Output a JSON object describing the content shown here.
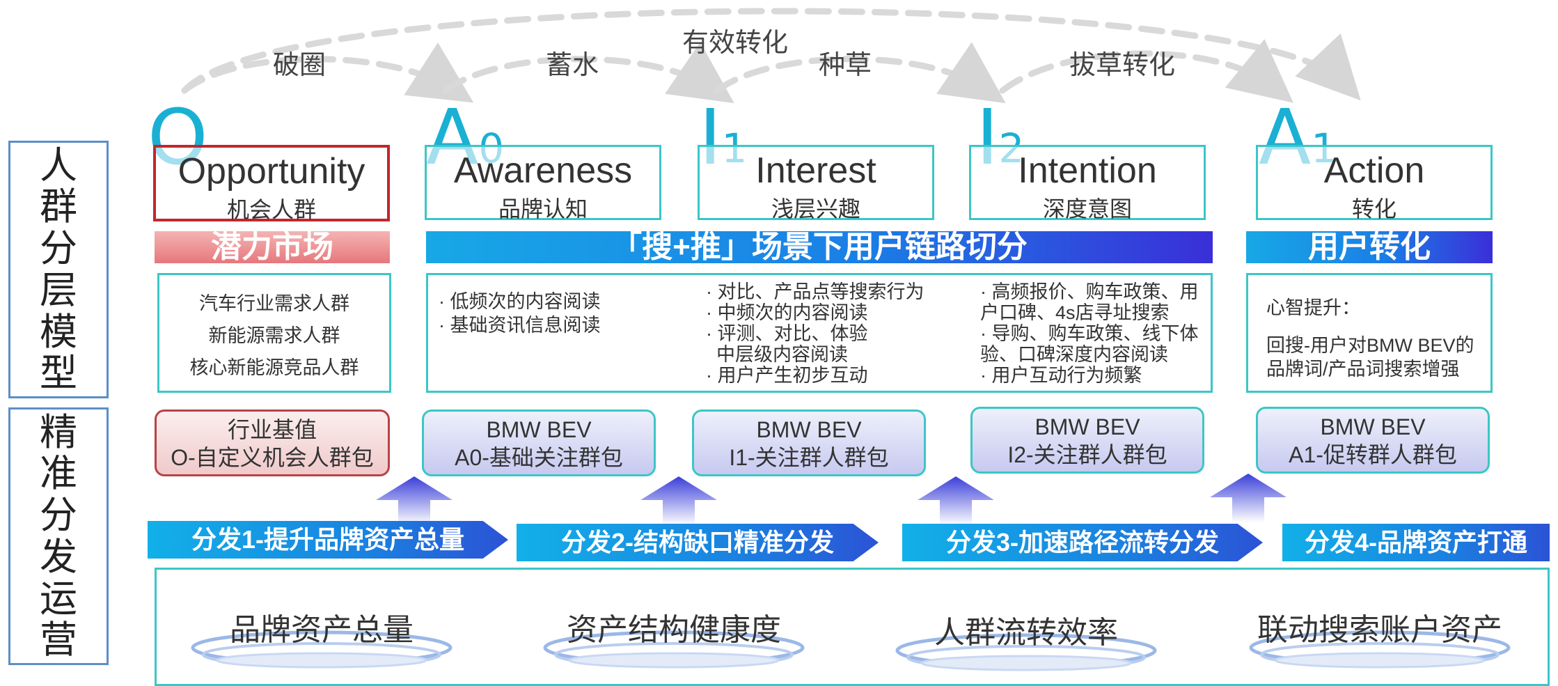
{
  "arcs": {
    "top": "有效转化",
    "s1": "破圈",
    "s2": "蓄水",
    "s3": "种草",
    "s4": "拔草转化"
  },
  "side_labels": {
    "upper": [
      "人",
      "群",
      "分",
      "层",
      "模",
      "型"
    ],
    "lower": [
      "精",
      "准",
      "分",
      "发",
      "运",
      "营"
    ]
  },
  "stages": [
    {
      "letter": "O",
      "sub": "",
      "en": "Opportunity",
      "zh": "机会人群"
    },
    {
      "letter": "A",
      "sub": "0",
      "en": "Awareness",
      "zh": "品牌认知"
    },
    {
      "letter": "I",
      "sub": "1",
      "en": "Interest",
      "zh": "浅层兴趣"
    },
    {
      "letter": "I",
      "sub": "2",
      "en": "Intention",
      "zh": "深度意图"
    },
    {
      "letter": "A",
      "sub": "1",
      "en": "Action",
      "zh": "转化"
    }
  ],
  "banners": {
    "potential": "潜力市场",
    "search": "「搜+推」场景下用户链路切分",
    "convert": "用户转化"
  },
  "content": {
    "o": [
      "汽车行业需求人群",
      "新能源需求人群",
      "核心新能源竞品人群"
    ],
    "a0": [
      "· 低频次的内容阅读",
      "· 基础资讯信息阅读"
    ],
    "i1": [
      "· 对比、产品点等搜索行为",
      "· 中频次的内容阅读",
      "· 评测、对比、体验",
      "  中层级内容阅读",
      "· 用户产生初步互动"
    ],
    "i2": [
      "· 高频报价、购车政策、用",
      "户口碑、4s店寻址搜索",
      "· 导购、购车政策、线下体",
      "验、口碑深度内容阅读",
      "· 用户互动行为频繁"
    ],
    "a1": [
      "心智提升：",
      "",
      "回搜-用户对BMW BEV的",
      "品牌词/产品词搜索增强"
    ]
  },
  "packages": [
    {
      "l1": "行业基值",
      "l2": "O-自定义机会人群包"
    },
    {
      "l1": "BMW BEV",
      "l2": "A0-基础关注群包"
    },
    {
      "l1": "BMW BEV",
      "l2": "I1-关注群人群包"
    },
    {
      "l1": "BMW BEV",
      "l2": "I2-关注群人群包"
    },
    {
      "l1": "BMW BEV",
      "l2": "A1-促转群人群包"
    }
  ],
  "distribution": [
    "分发1-提升品牌资产总量",
    "分发2-结构缺口精准分发",
    "分发3-加速路径流转分发",
    "分发4-品牌资产打通"
  ],
  "metrics": [
    "品牌资产总量",
    "资产结构健康度",
    "人群流转效率",
    "联动搜索账户资产"
  ],
  "colors": {
    "teal": "#3cc6c6",
    "accent": "#1ab0d4",
    "blue": "#1a7fe6",
    "red": "#c0272d"
  }
}
